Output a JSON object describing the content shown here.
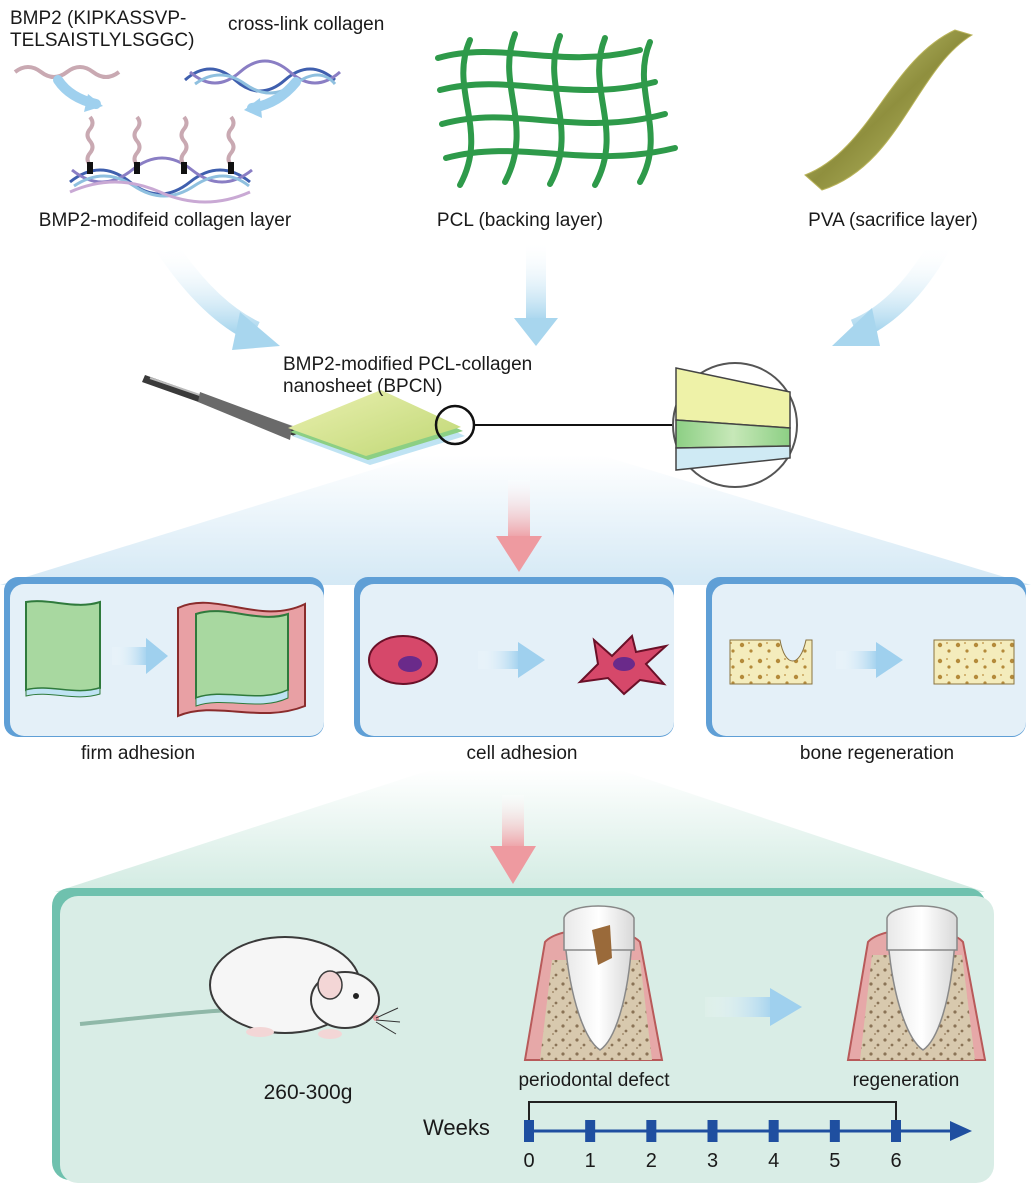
{
  "top": {
    "bmp2_peptide_line1": "BMP2 (KIPKASSVP-",
    "bmp2_peptide_line2": "TELSAISTLYLSGGC)",
    "crosslink": "cross-link collagen",
    "collagen_layer": "BMP2-modifeid collagen layer",
    "pcl": "PCL (backing layer)",
    "pva": "PVA (sacrifice layer)"
  },
  "nanosheet": {
    "line1": "BMP2-modified PCL-collagen",
    "line2": "nanosheet (BPCN)"
  },
  "functions": [
    {
      "label": "firm adhesion"
    },
    {
      "label": "cell adhesion"
    },
    {
      "label": "bone regeneration"
    }
  ],
  "animal": {
    "weight": "260-300g",
    "defect": "periodontal defect",
    "regeneration": "regeneration"
  },
  "timeline": {
    "title": "Weeks",
    "ticks": [
      "0",
      "1",
      "2",
      "3",
      "4",
      "5",
      "6"
    ]
  },
  "colors": {
    "arrow_blue": "#a8d6ee",
    "arrow_pink": "#ee9aa0",
    "panel_blue": "#e4f0f8",
    "panel_blue_edge": "#5f9fd6",
    "panel_green": "#d9ede6",
    "panel_green_edge": "#6fc1ae",
    "pcl_green": "#2e9a4a",
    "timeline_blue": "#1f4fa0"
  }
}
